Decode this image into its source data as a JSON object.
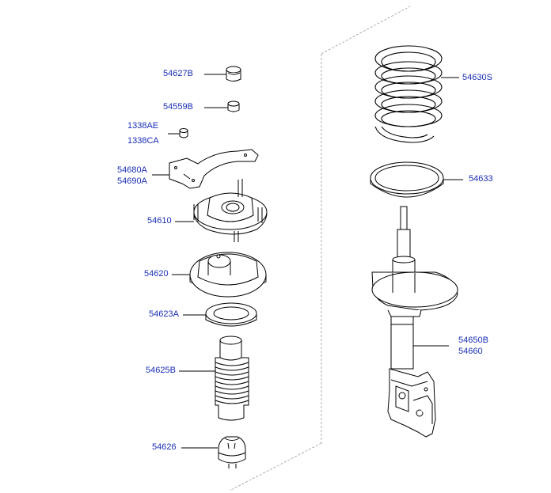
{
  "colors": {
    "label": "#1a2fb5",
    "line": "#000000",
    "frame": "#9a9a9a"
  },
  "parts": {
    "p54627B": "54627B",
    "p54559B": "54559B",
    "p1338AE": "1338AE",
    "p1338CA": "1338CA",
    "p54680A": "54680A",
    "p54690A": "54690A",
    "p54610": "54610",
    "p54620": "54620",
    "p54623A": "54623A",
    "p54625B": "54625B",
    "p54626": "54626",
    "p54630S": "54630S",
    "p54633": "54633",
    "p54650B": "54650B",
    "p54660": "54660"
  }
}
